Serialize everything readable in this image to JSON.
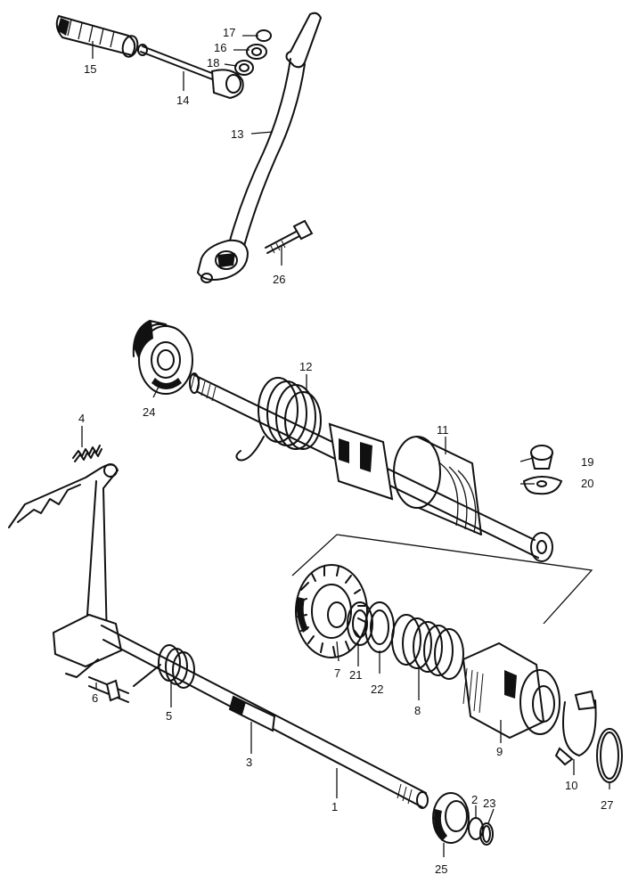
{
  "parts": [
    {
      "id": "p1",
      "label": "1"
    },
    {
      "id": "p2",
      "label": "2"
    },
    {
      "id": "p3",
      "label": "3"
    },
    {
      "id": "p4",
      "label": "4"
    },
    {
      "id": "p5",
      "label": "5"
    },
    {
      "id": "p6",
      "label": "6"
    },
    {
      "id": "p7",
      "label": "7"
    },
    {
      "id": "p8",
      "label": "8"
    },
    {
      "id": "p9",
      "label": "9"
    },
    {
      "id": "p10",
      "label": "10"
    },
    {
      "id": "p11",
      "label": "11"
    },
    {
      "id": "p12",
      "label": "12"
    },
    {
      "id": "p13",
      "label": "13"
    },
    {
      "id": "p14",
      "label": "14"
    },
    {
      "id": "p15",
      "label": "15"
    },
    {
      "id": "p16",
      "label": "16"
    },
    {
      "id": "p17",
      "label": "17"
    },
    {
      "id": "p18",
      "label": "18"
    },
    {
      "id": "p19",
      "label": "19"
    },
    {
      "id": "p20",
      "label": "20"
    },
    {
      "id": "p21",
      "label": "21"
    },
    {
      "id": "p22",
      "label": "22"
    },
    {
      "id": "p23",
      "label": "23"
    },
    {
      "id": "p24",
      "label": "24"
    },
    {
      "id": "p25",
      "label": "25"
    },
    {
      "id": "p26",
      "label": "26"
    },
    {
      "id": "p27",
      "label": "27"
    }
  ]
}
